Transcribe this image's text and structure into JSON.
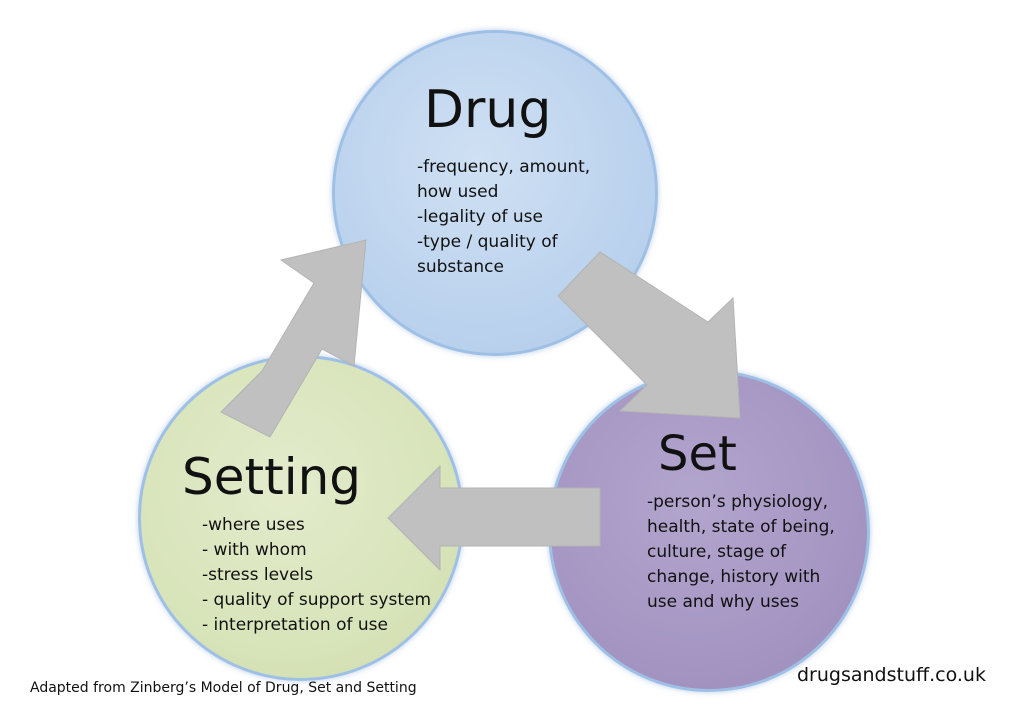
{
  "drug": {
    "title": "Drug",
    "items": [
      "-frequency, amount,",
      "how used",
      "-legality of use",
      "-type / quality of",
      "substance"
    ]
  },
  "set": {
    "title": "Set",
    "items": [
      "-person’s physiology,",
      "health, state of being,",
      "culture, stage of",
      "change, history with",
      "use and why uses"
    ]
  },
  "setting": {
    "title": "Setting",
    "items": [
      "-where uses",
      "- with whom",
      "-stress levels",
      "- quality of support system",
      "- interpretation of use"
    ]
  },
  "footer": {
    "caption": "Adapted from Zinberg’s Model of Drug, Set and Setting",
    "site": "drugsandstuff.co.uk"
  },
  "colors": {
    "drug_circle": "#bcd3ee",
    "set_circle": "#a596c3",
    "setting_circle": "#d8e4ba",
    "circle_outline": "#9fc0e6",
    "arrow": "#c0c0c0"
  }
}
